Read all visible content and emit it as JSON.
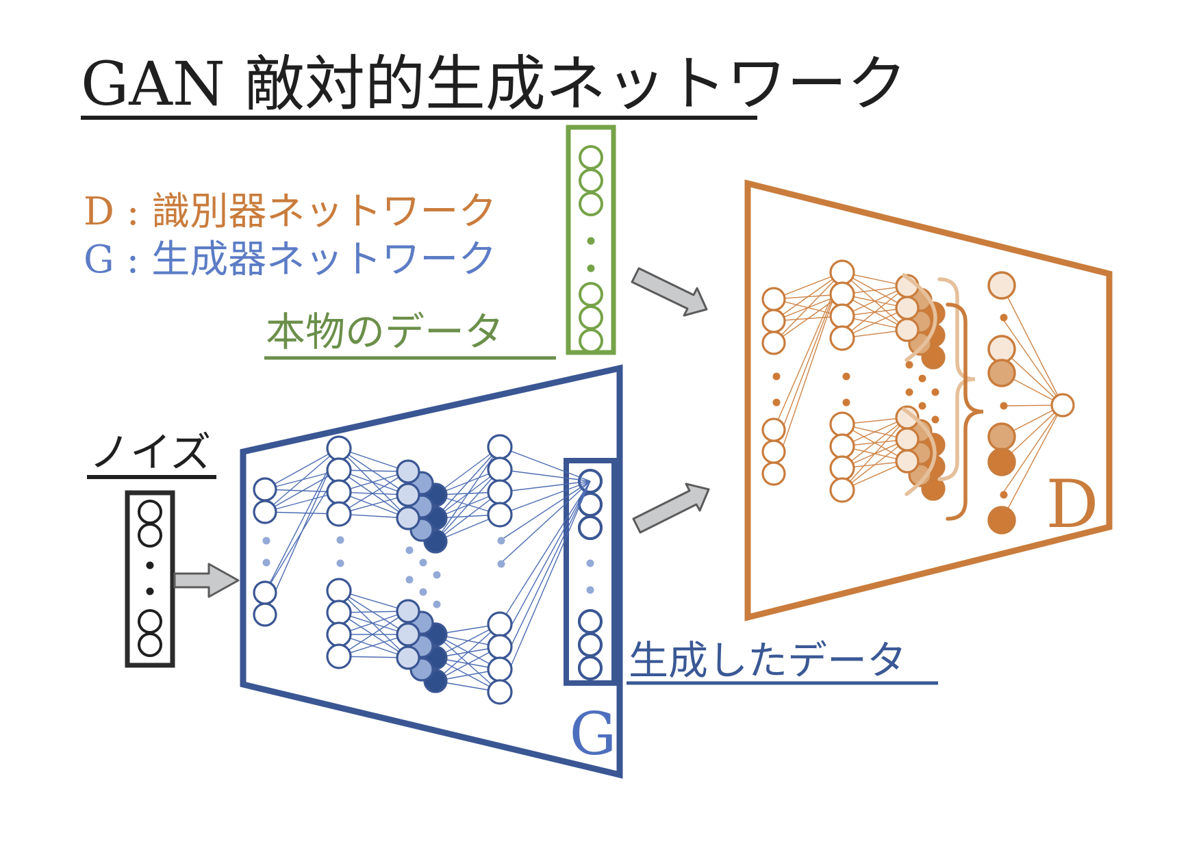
{
  "title": {
    "text": "GAN 敵対的生成ネットワーク"
  },
  "legend": {
    "discriminator": {
      "text": "D : 識別器ネットワーク"
    },
    "generator": {
      "text": "G : 生成器ネットワーク"
    }
  },
  "labels": {
    "real_data": "本物のデータ",
    "noise": "ノイズ",
    "generated_data": "生成したデータ",
    "generator_letter": "G",
    "discriminator_letter": "D"
  },
  "colors": {
    "black": "#1f1f1f",
    "orange": "#C97C3C",
    "orange_line": "#CE8447",
    "orange_light_fill": "#F6E7D9",
    "orange_mid_fill": "#DCA878",
    "orange_dark_fill": "#CE7B38",
    "tan": "#E5C09B",
    "blue_dark": "#3A5693",
    "blue_line": "#4C6CB3",
    "blue_light_fill": "#CFD9EE",
    "blue_mid_fill": "#93A9D6",
    "blue_dark_fill": "#2F4E8C",
    "blue_text": "#5C7CC5",
    "gen_text": "#3A5895",
    "g_label": "#4E6FBE",
    "green": "#76A348",
    "green_text": "#6B8F4A",
    "arrow_fill": "#C9CACB",
    "arrow_stroke": "#5B5B5B",
    "background": "#FFFFFF"
  }
}
